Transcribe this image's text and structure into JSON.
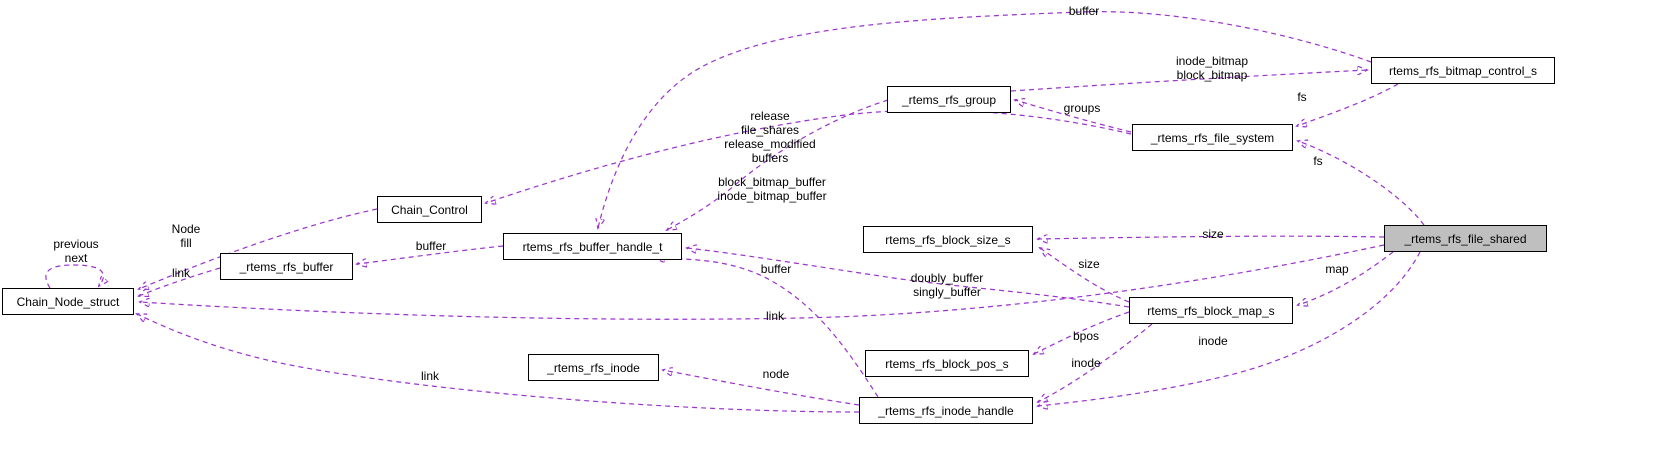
{
  "diagram": {
    "type": "doxygen-collaboration-graph",
    "background_color": "#ffffff",
    "edge_color": "#9a32cd",
    "node_fill": "#ffffff",
    "node_border": "#000000",
    "highlighted_node_fill": "#bfbfbf"
  },
  "nodes": {
    "chain_node": {
      "label": "Chain_Node_struct",
      "highlighted": false
    },
    "rfs_buffer": {
      "label": "_rtems_rfs_buffer",
      "highlighted": false
    },
    "chain_control": {
      "label": "Chain_Control",
      "highlighted": false
    },
    "buffer_handle": {
      "label": "rtems_rfs_buffer_handle_t",
      "highlighted": false
    },
    "rfs_inode": {
      "label": "_rtems_rfs_inode",
      "highlighted": false
    },
    "group": {
      "label": "_rtems_rfs_group",
      "highlighted": false
    },
    "file_system": {
      "label": "_rtems_rfs_file_system",
      "highlighted": false
    },
    "bitmap_control": {
      "label": "rtems_rfs_bitmap_control_s",
      "highlighted": false
    },
    "block_size": {
      "label": "rtems_rfs_block_size_s",
      "highlighted": false
    },
    "block_map": {
      "label": "rtems_rfs_block_map_s",
      "highlighted": false
    },
    "block_pos": {
      "label": "rtems_rfs_block_pos_s",
      "highlighted": false
    },
    "inode_handle": {
      "label": "_rtems_rfs_inode_handle",
      "highlighted": false
    },
    "file_shared": {
      "label": "_rtems_rfs_file_shared",
      "highlighted": true
    }
  },
  "edge_labels": {
    "buffer_top": {
      "text": "buffer"
    },
    "inode_block_bitmap": {
      "text": "inode_bitmap\nblock_bitmap"
    },
    "fs_upper": {
      "text": "fs"
    },
    "groups": {
      "text": "groups"
    },
    "release_chains": {
      "text": "release\nfile_shares\nrelease_modified\nbuffers"
    },
    "bitmap_buffers": {
      "text": "block_bitmap_buffer\ninode_bitmap_buffer"
    },
    "fs_lower": {
      "text": "fs"
    },
    "node_fill": {
      "text": "Node\nfill"
    },
    "previous_next": {
      "text": "previous\nnext"
    },
    "buffer_left": {
      "text": "buffer"
    },
    "link_left": {
      "text": "link"
    },
    "size_right": {
      "text": "size"
    },
    "doubly_singly_buffer": {
      "text": "doubly_buffer\nsingly_buffer"
    },
    "size_mid": {
      "text": "size"
    },
    "map": {
      "text": "map"
    },
    "buffer_mid": {
      "text": "buffer"
    },
    "link_mid": {
      "text": "link"
    },
    "bpos": {
      "text": "bpos"
    },
    "inode_right": {
      "text": "inode"
    },
    "inode_mid": {
      "text": "inode"
    },
    "link_lower": {
      "text": "link"
    },
    "node": {
      "text": "node"
    }
  }
}
